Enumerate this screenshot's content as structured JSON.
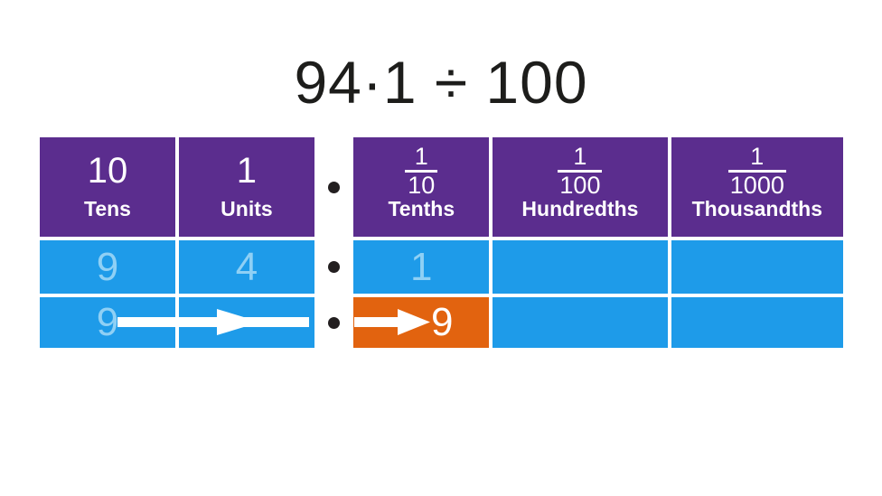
{
  "title": "94·1 ÷ 100",
  "colors": {
    "purple_header": "#5B2D8E",
    "blue_cell": "#1E9BE9",
    "orange_cell": "#E2630F",
    "faded_digit": "#8FD0F5",
    "solid_digit": "#FFFFFF",
    "decimal_dot": "#231F20",
    "title_text": "#1D1D1B",
    "background": "#FFFFFF"
  },
  "chart_data": {
    "type": "table",
    "title": "94·1 ÷ 100",
    "description": "Place value chart showing 94·1 divided by 100",
    "columns": [
      {
        "key": "tens",
        "value": "10",
        "label": "Tens",
        "is_fraction": false
      },
      {
        "key": "units",
        "value": "1",
        "label": "Units",
        "is_fraction": false
      },
      {
        "key": "tenths",
        "numerator": "1",
        "denominator": "10",
        "label": "Tenths",
        "is_fraction": true
      },
      {
        "key": "hundredths",
        "numerator": "1",
        "denominator": "100",
        "label": "Hundredths",
        "is_fraction": true
      },
      {
        "key": "thousandths",
        "numerator": "1",
        "denominator": "1000",
        "label": "Thousandths",
        "is_fraction": true
      }
    ],
    "rows": [
      {
        "name": "original-number",
        "cells": [
          {
            "column": "tens",
            "digit": "9",
            "style": "faded",
            "fill": "blue"
          },
          {
            "column": "units",
            "digit": "4",
            "style": "faded",
            "fill": "blue"
          },
          {
            "column": "tenths",
            "digit": "1",
            "style": "faded",
            "fill": "blue"
          },
          {
            "column": "hundredths",
            "digit": "",
            "style": "empty",
            "fill": "blue"
          },
          {
            "column": "thousandths",
            "digit": "",
            "style": "empty",
            "fill": "blue"
          }
        ]
      },
      {
        "name": "result-number",
        "cells": [
          {
            "column": "tens",
            "digit": "9",
            "style": "faded",
            "fill": "blue"
          },
          {
            "column": "units",
            "digit": "",
            "style": "empty",
            "fill": "blue"
          },
          {
            "column": "tenths",
            "digit": "9",
            "style": "solid",
            "fill": "orange"
          },
          {
            "column": "hundredths",
            "digit": "",
            "style": "empty",
            "fill": "blue"
          },
          {
            "column": "thousandths",
            "digit": "",
            "style": "empty",
            "fill": "blue"
          }
        ]
      }
    ],
    "decimal_point": {
      "glyph": "·",
      "between": [
        "units",
        "tenths"
      ],
      "rows": 3
    },
    "arrows": [
      {
        "name": "tens-to-tenths-arrow",
        "from": "tens",
        "to": "units",
        "color": "#FFFFFF"
      },
      {
        "name": "into-tenths-arrow",
        "from": "decimal",
        "to": "tenths",
        "color": "#FFFFFF"
      }
    ]
  }
}
